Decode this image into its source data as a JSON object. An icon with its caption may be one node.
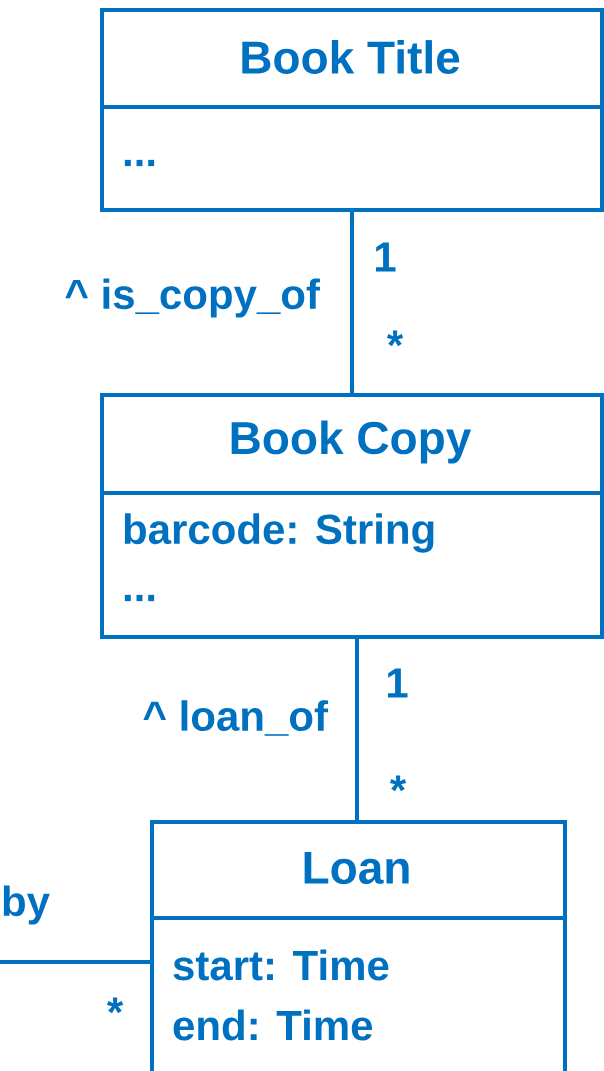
{
  "diagram": {
    "nodes": [
      {
        "text": [
          "Book Title",
          "..."
        ]
      },
      {
        "text": [
          "Book Copy",
          "barcode: String",
          "..."
        ]
      },
      {
        "text": [
          "Loan",
          "start: Time",
          "end: Time"
        ]
      }
    ],
    "edges": [
      {
        "from": 0,
        "to": 1,
        "arrow": "none",
        "label": "^ is_copy_of"
      },
      {
        "from": 1,
        "to": 2,
        "arrow": "none",
        "label": "^ loan_of"
      },
      {
        "from": null,
        "to": 2,
        "arrow": "none",
        "label": "by"
      }
    ],
    "labels": [
      "1",
      "*",
      "1",
      "*",
      "*"
    ]
  }
}
